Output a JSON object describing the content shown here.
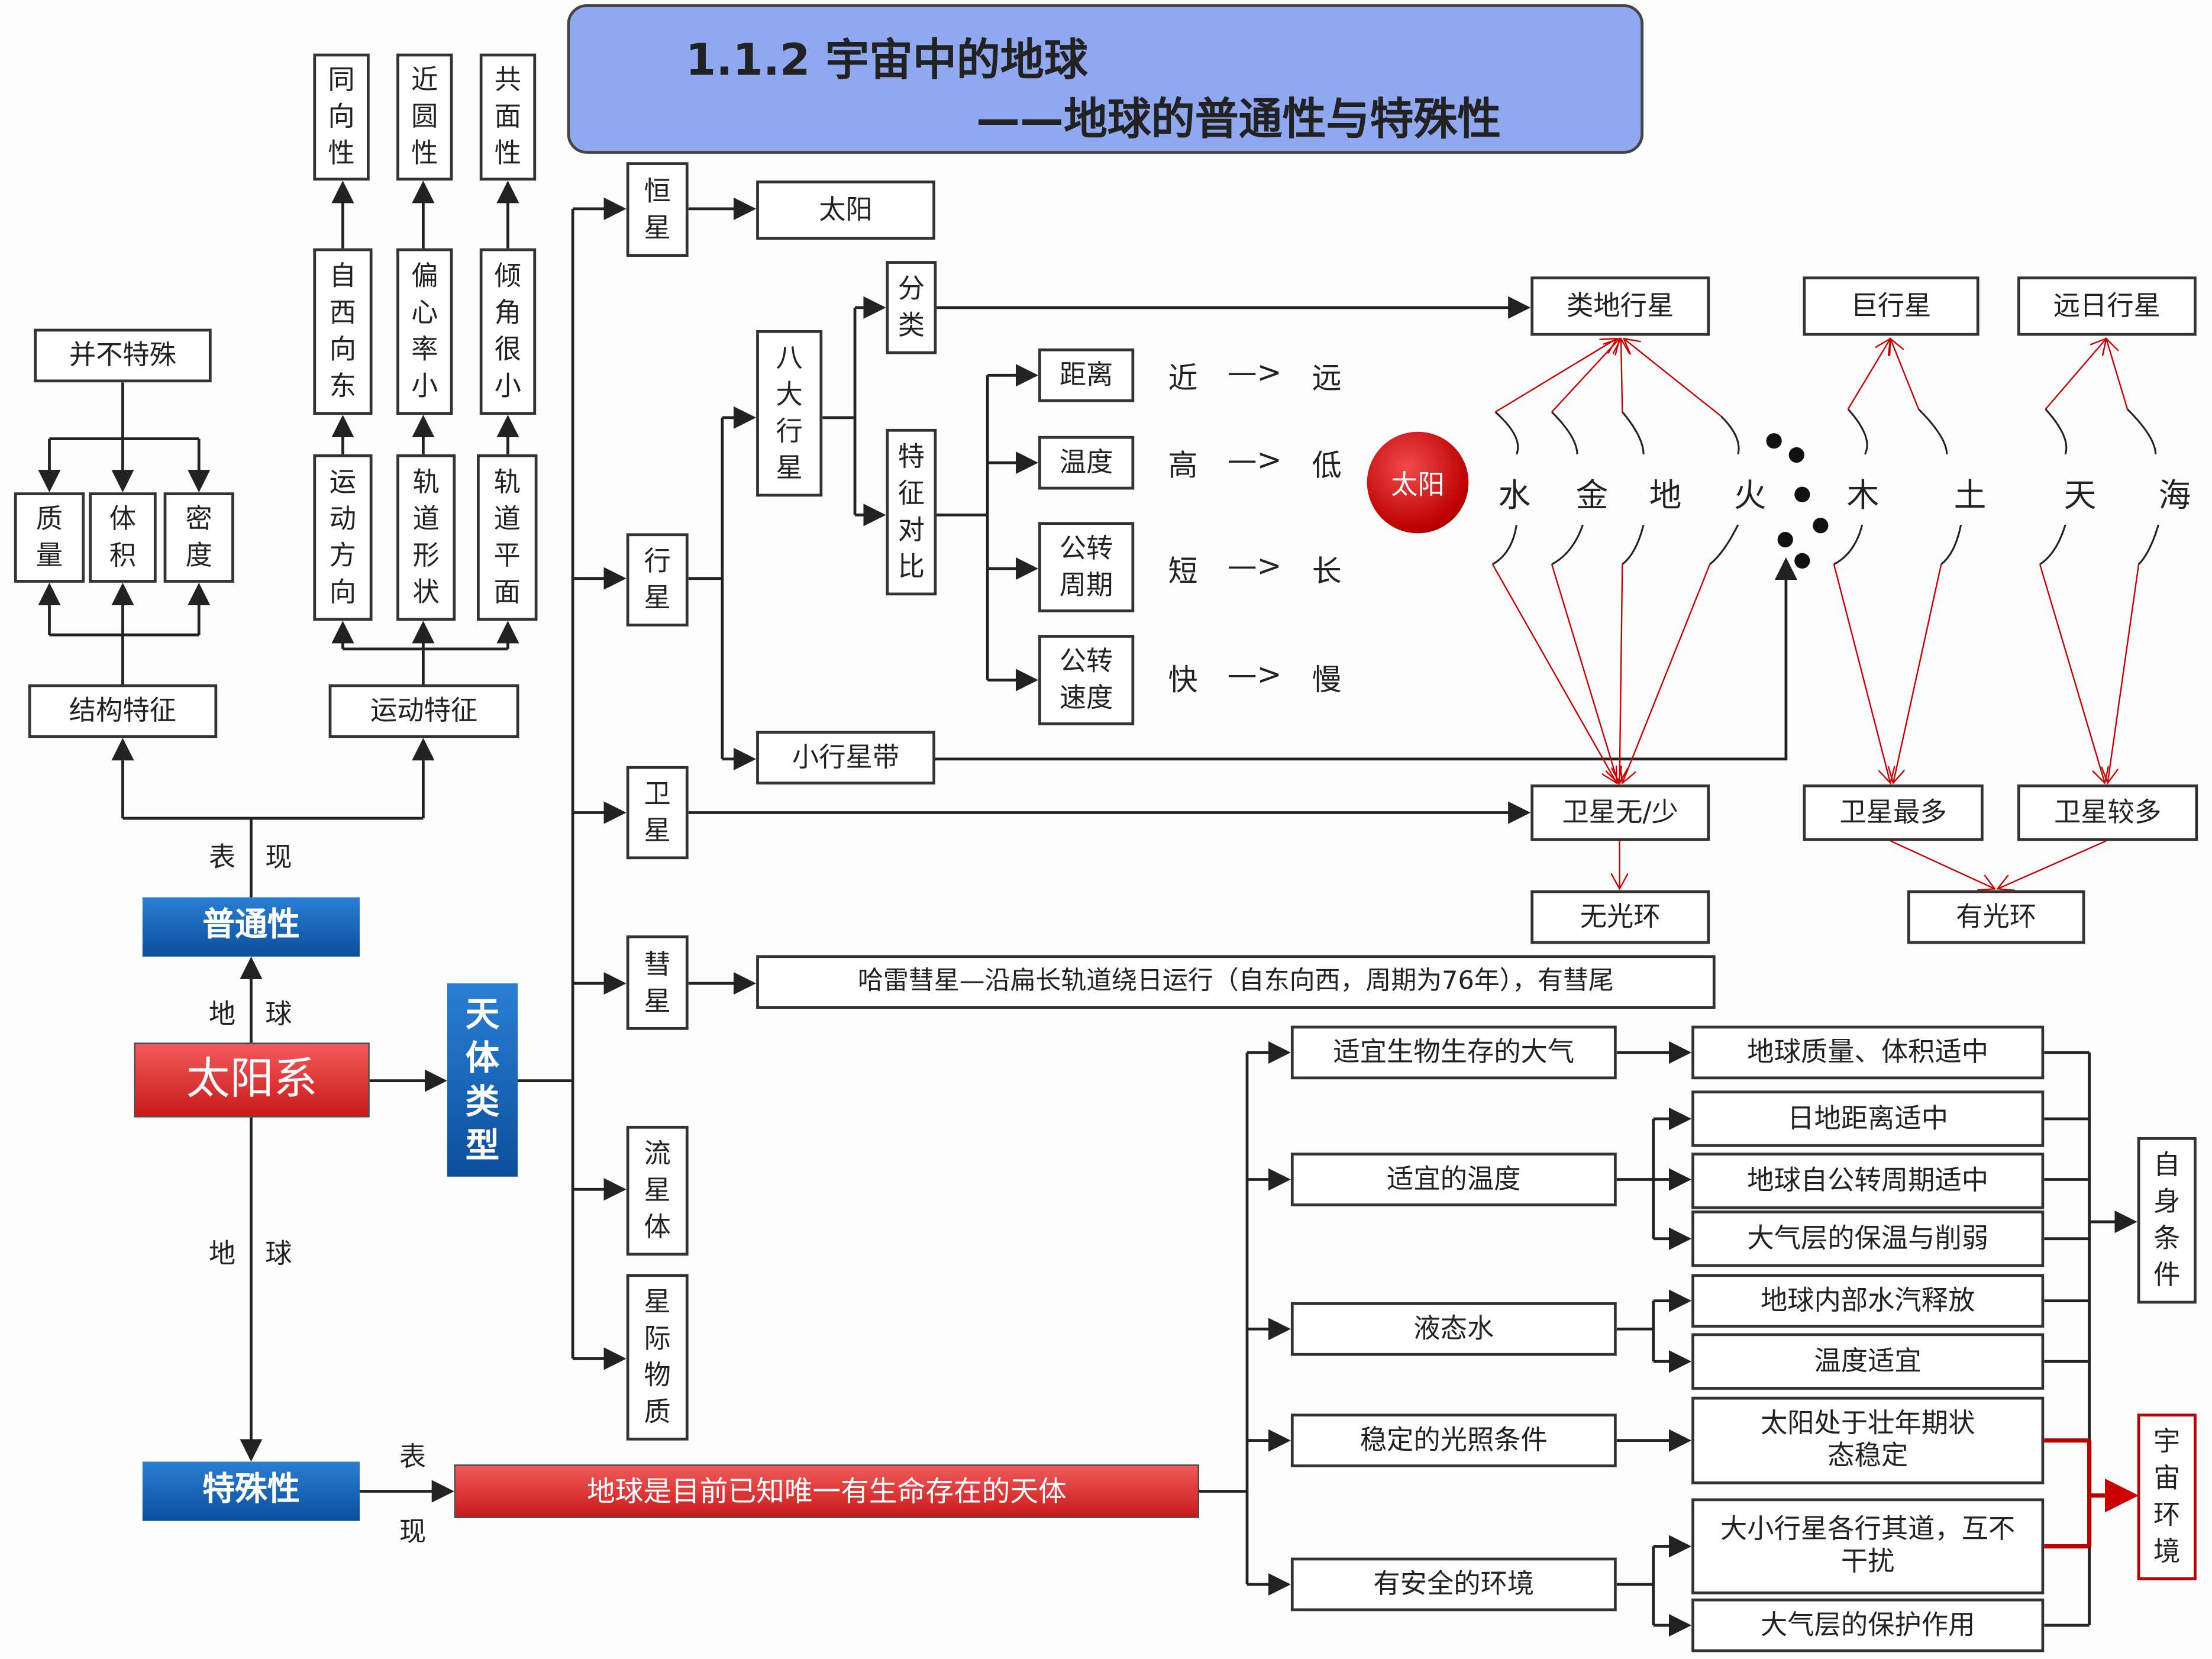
{
  "title": {
    "line1": "1.1.2  宇宙中的地球",
    "line2": "——地球的普通性与特殊性"
  },
  "left": {
    "not_special": "并不特殊",
    "mass": "质量",
    "volume": "体积",
    "density": "密度",
    "structure": "结构特征",
    "same_dir": "同向性",
    "near_circle": "近圆性",
    "coplanar": "共面性",
    "west_east": "自西向东",
    "eccentricity": "偏心率小",
    "inclination": "倾角很小",
    "motion_dir": "运动方向",
    "orbit_shape": "轨道形状",
    "orbit_plane": "轨道平面",
    "motion": "运动特征",
    "biao": "表",
    "xian": "现",
    "di": "地",
    "qiu": "球",
    "common": "普通性",
    "solar_system": "太阳系",
    "special": "特殊性",
    "special_desc": "地球是目前已知唯一有生命存在的天体",
    "body_types": "天体类型"
  },
  "middle": {
    "star": "恒星",
    "sun": "太阳",
    "planet": "行星",
    "satellite": "卫星",
    "comet": "彗星",
    "meteoroid": "流星体",
    "interstellar": "星际物质",
    "eight_planets": "八大行星",
    "classify": "分类",
    "features": "特征对比",
    "distance": "距离",
    "temperature": "温度",
    "period": "公转周期",
    "speed": "公转速度",
    "near": "近",
    "far": "远",
    "high": "高",
    "low": "低",
    "short": "短",
    "long": "长",
    "fast": "快",
    "slow": "慢",
    "arrow": "—>",
    "asteroid_belt": "小行星带",
    "halley": "哈雷彗星—沿扁长轨道绕日运行（自东向西，周期为76年），有彗尾"
  },
  "planets": {
    "sun": "太阳",
    "names": [
      "水",
      "金",
      "地",
      "火",
      "木",
      "土",
      "天",
      "海"
    ],
    "terrestrial": "类地行星",
    "giant": "巨行星",
    "far_sun": "远日行星",
    "sat_few": "卫星无/少",
    "sat_most": "卫星最多",
    "sat_more": "卫星较多",
    "no_ring": "无光环",
    "has_ring": "有光环"
  },
  "conditions": {
    "left": [
      "适宜生物生存的大气",
      "适宜的温度",
      "液态水",
      "稳定的光照条件",
      "有安全的环境"
    ],
    "right": [
      "地球质量、体积适中",
      "日地距离适中",
      "地球自公转周期适中",
      "大气层的保温与削弱",
      "地球内部水汽释放",
      "温度适宜",
      "太阳处于壮年期状态稳定",
      "大小行星各行其道，互不干扰",
      "大气层的保护作用"
    ],
    "self": "自身条件",
    "cosmic": "宇宙环境"
  },
  "colors": {
    "title_bg": "#8fa8ef",
    "blue": "#0a4f9c",
    "red": "#c81a1a"
  }
}
